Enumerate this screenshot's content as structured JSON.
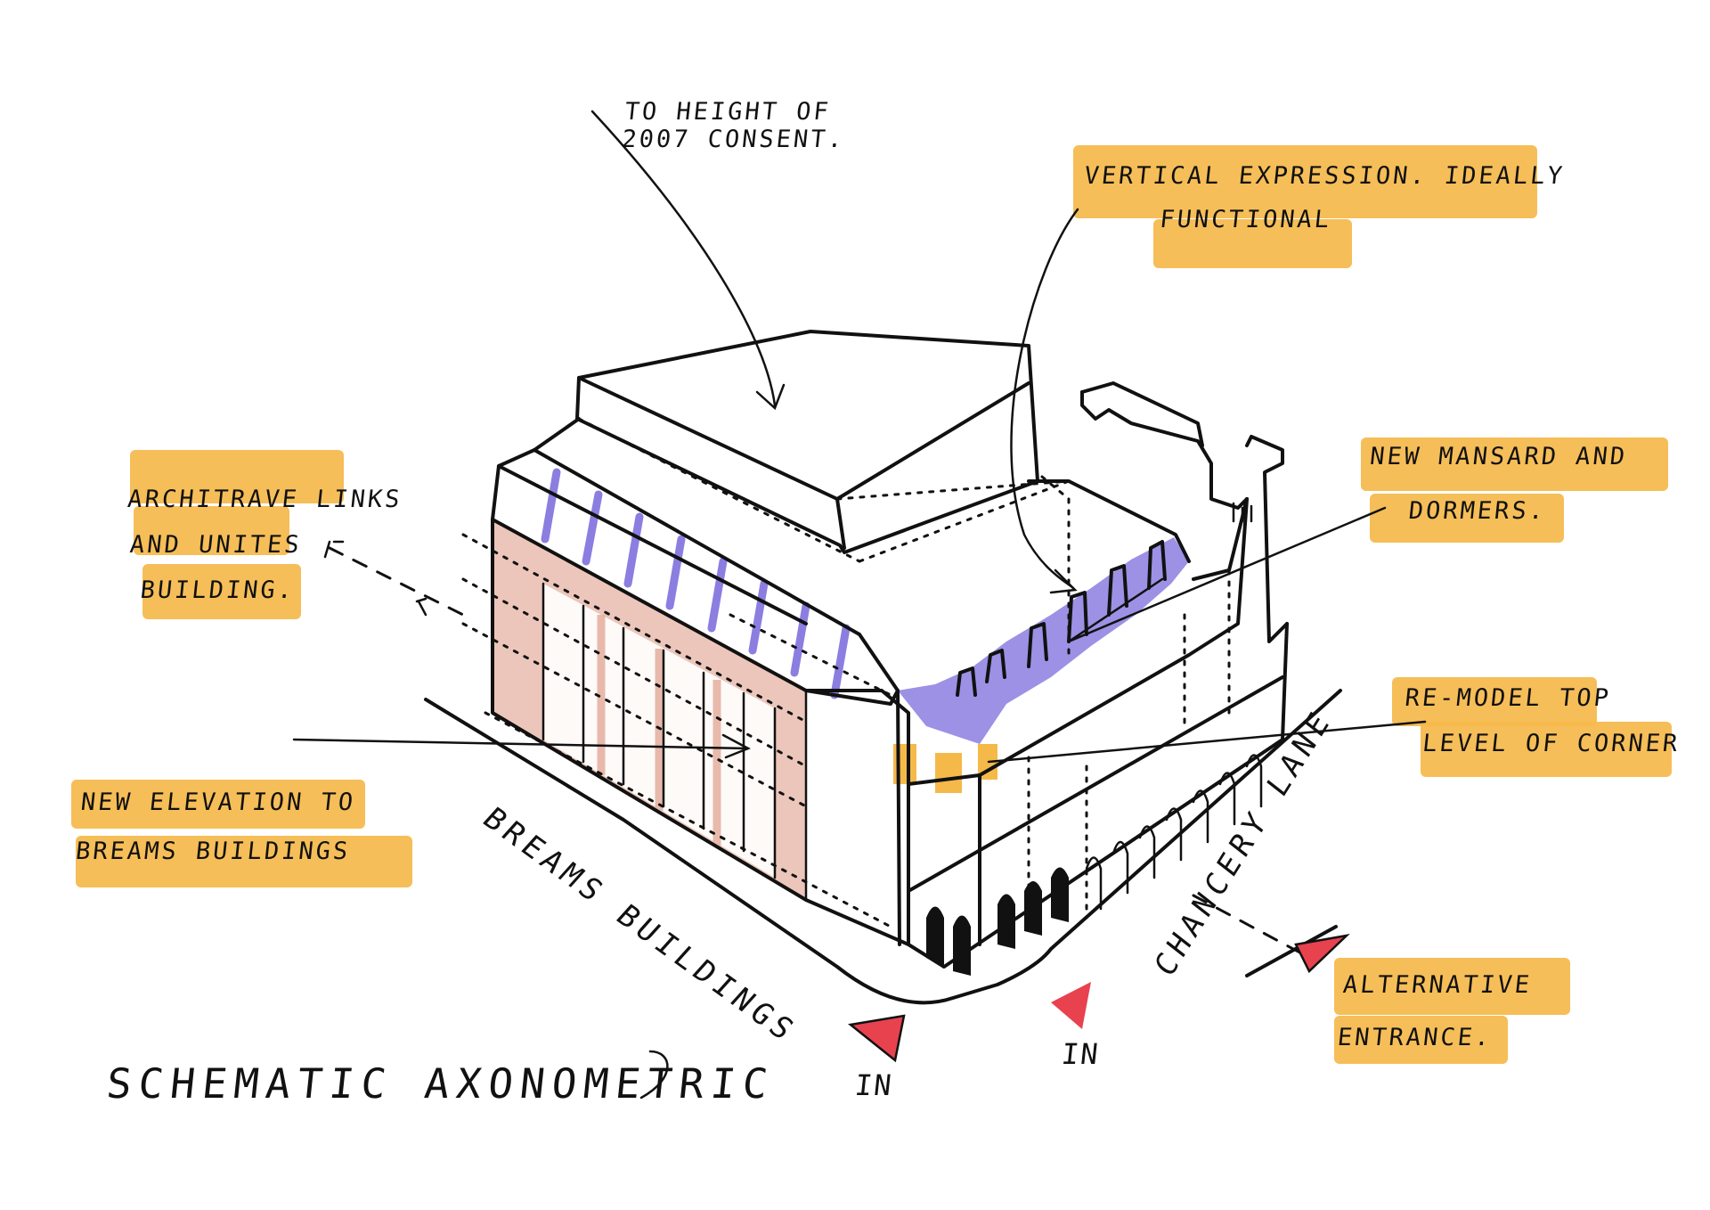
{
  "annotations": {
    "height_note": "TO HEIGHT OF 2007 CONSENT.",
    "vertical_note": [
      "VERTICAL EXPRESSION. IDEALLY",
      "FUNCTIONAL"
    ],
    "mansard_note": [
      "NEW MANSARD AND",
      "DORMERS."
    ],
    "architrave_note": [
      "ARCHITRAVE LINKS",
      "AND UNITES",
      "BUILDING."
    ],
    "remodel_note": [
      "RE-MODEL TOP",
      "LEVEL OF CORNER"
    ],
    "elevation_note": [
      "NEW ELEVATION TO",
      "BREAMS BUILDINGS"
    ],
    "alternative_note": [
      "ALTERNATIVE",
      "ENTRANCE."
    ]
  },
  "streets": {
    "breams": "BREAMS BUILDINGS",
    "chancery": "CHANCERY LANE"
  },
  "entrances": [
    "IN",
    "IN"
  ],
  "title": "SCHEMATIC AXONOMETRIC",
  "colors": {
    "highlight": "#f5b94a",
    "mansard_purple": "#8b7ee0",
    "elevation_pink": "#e6b3a3",
    "entrance_red": "#e8424f",
    "ink": "#111111"
  }
}
